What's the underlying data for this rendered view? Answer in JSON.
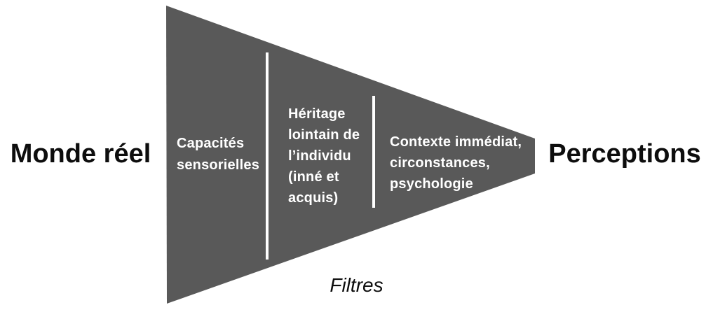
{
  "diagram": {
    "left_label": "Monde réel",
    "right_label": "Perceptions",
    "bottom_label": "Filtres",
    "funnel": {
      "shape_color": "#595959",
      "divider_color": "#ffffff",
      "text_color": "#ffffff",
      "segments": [
        {
          "text": "Capacités\nsensorielles"
        },
        {
          "text": "Héritage\nlointain de\nl’individu\n(inné et\nacquis)"
        },
        {
          "text": "Contexte immédiat,\ncirconstances,\npsychologie"
        }
      ]
    }
  }
}
